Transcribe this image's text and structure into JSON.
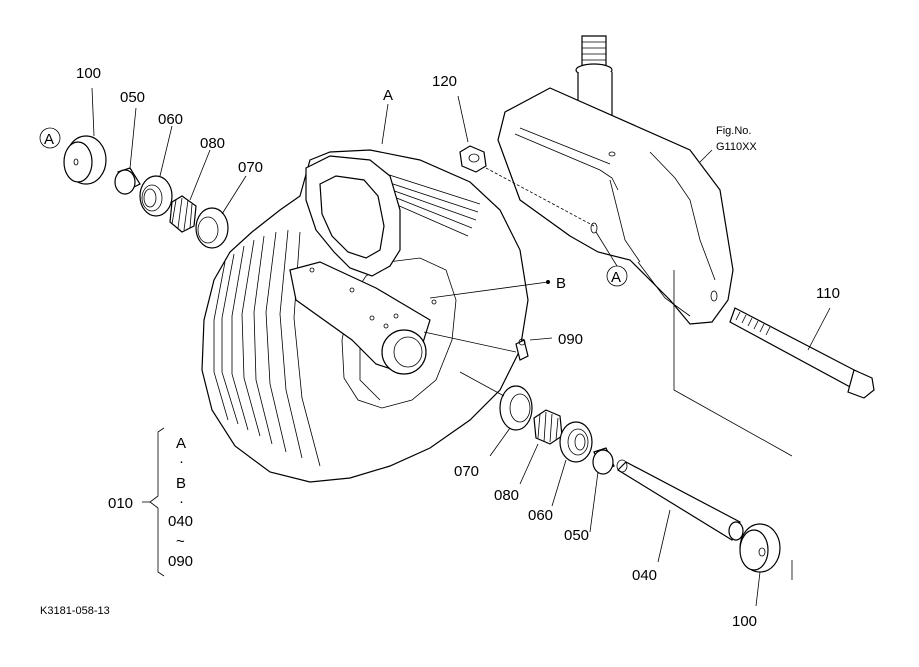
{
  "labels": {
    "p100_top": "100",
    "p050_top": "050",
    "p060_top": "060",
    "p080_top": "080",
    "p070_top": "070",
    "p120": "120",
    "ref_a_top": "A",
    "ref_b": "B",
    "p090": "090",
    "p110": "110",
    "p070_bot": "070",
    "p080_bot": "080",
    "p060_bot": "060",
    "p050_bot": "050",
    "p040": "040",
    "p100_bot": "100",
    "circle_a_left": "A",
    "circle_a_mid": "A",
    "assembly_no": "010",
    "assembly_a": "A",
    "assembly_b": "B",
    "assembly_040": "040",
    "assembly_tilde": "~",
    "assembly_090": "090",
    "dot1": "·",
    "dot2": "·"
  },
  "fig": {
    "line1": "Fig.No.",
    "line2": "G110XX"
  },
  "drawing_id": "K3181-058-13"
}
